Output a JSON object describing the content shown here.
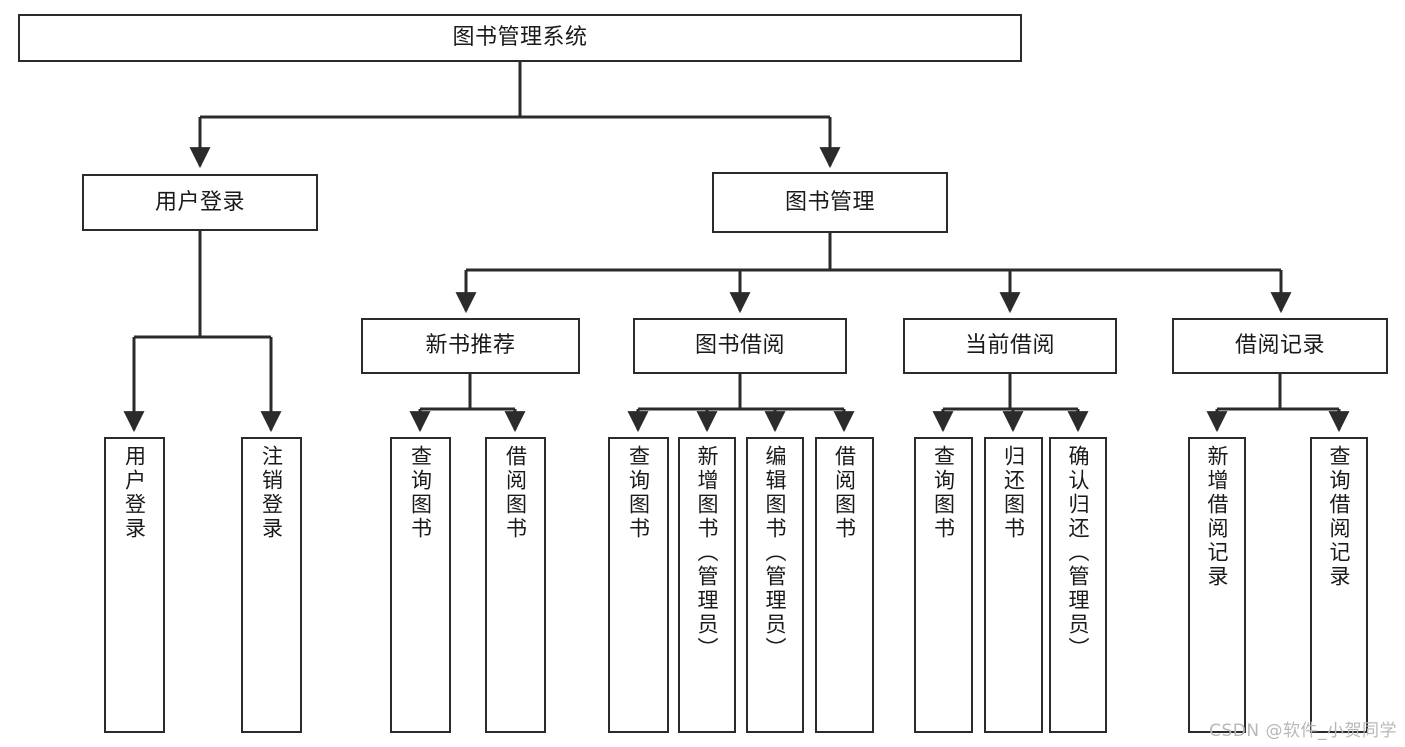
{
  "diagram": {
    "type": "tree-hierarchy",
    "title": "图书管理系统",
    "orientation": "top-down",
    "line_color": "#2b2b2b",
    "box_fill": "#ffffff",
    "box_border": "#2b2b2b",
    "text_color": "#1a1a1a"
  },
  "nodes": {
    "root": {
      "label": "图书管理系统"
    },
    "level2": [
      {
        "id": "user-login",
        "label": "用户登录"
      },
      {
        "id": "book-management",
        "label": "图书管理"
      }
    ],
    "level3": [
      {
        "id": "new-book-recommend",
        "label": "新书推荐"
      },
      {
        "id": "book-borrow",
        "label": "图书借阅"
      },
      {
        "id": "current-borrow",
        "label": "当前借阅"
      },
      {
        "id": "borrow-record",
        "label": "借阅记录"
      }
    ],
    "leaves": {
      "user-login": [
        {
          "id": "leaf-user-login",
          "label": "用户登录"
        },
        {
          "id": "leaf-logout",
          "label": "注销登录"
        }
      ],
      "new-book-recommend": [
        {
          "id": "leaf-query-book-1",
          "label": "查询图书"
        },
        {
          "id": "leaf-borrow-book-1",
          "label": "借阅图书"
        }
      ],
      "book-borrow": [
        {
          "id": "leaf-query-book-2",
          "label": "查询图书"
        },
        {
          "id": "leaf-add-book",
          "label": "新增图书（管理员）"
        },
        {
          "id": "leaf-edit-book",
          "label": "编辑图书（管理员）"
        },
        {
          "id": "leaf-borrow-book-2",
          "label": "借阅图书"
        }
      ],
      "current-borrow": [
        {
          "id": "leaf-query-book-3",
          "label": "查询图书"
        },
        {
          "id": "leaf-return-book",
          "label": "归还图书"
        },
        {
          "id": "leaf-confirm-return",
          "label": "确认归还（管理员）"
        }
      ],
      "borrow-record": [
        {
          "id": "leaf-add-record",
          "label": "新增借阅记录"
        },
        {
          "id": "leaf-query-record",
          "label": "查询借阅记录"
        }
      ]
    }
  },
  "watermark": {
    "text": "CSDN @软件_小贺同学"
  }
}
